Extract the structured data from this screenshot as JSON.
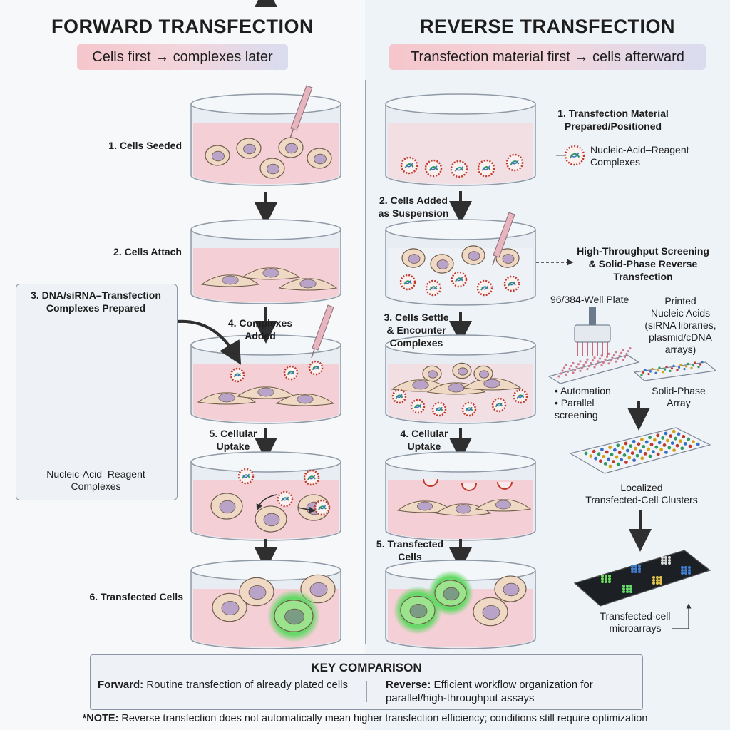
{
  "forward": {
    "title": "FORWARD TRANSFECTION",
    "subtitle": "Cells first → complexes later",
    "steps": {
      "s1": "1. Cells Seeded",
      "s2": "2. Cells Attach",
      "s3": "3. DNA/siRNA–Transfection\nComplexes Prepared",
      "s4": "4. Complexes\nAdded",
      "s5": "5. Cellular\nUptake",
      "s6": "6. Transfected Cells"
    },
    "complex_label": "Nucleic-Acid–Reagent\nComplexes"
  },
  "reverse": {
    "title": "REVERSE TRANSFECTION",
    "subtitle": "Transfection material first → cells afterward",
    "steps": {
      "s1": "1. Transfection Material\nPrepared/Positioned",
      "s2": "2. Cells Added\nas Suspension",
      "s3": "3. Cells Settle\n& Encounter\nComplexes",
      "s4": "4. Cellular\nUptake",
      "s5": "5. Transfected\nCells"
    },
    "complex_label": "Nucleic-Acid–Reagent\nComplexes",
    "hts": {
      "title": "High-Throughput Screening\n& Solid-Phase Reverse\nTransfection",
      "plate_label": "96/384-Well Plate",
      "printed_label": "Printed\nNucleic Acids\n(siRNA libraries,\nplasmid/cDNA\narrays)",
      "bullets": "• Automation\n• Parallel\n   screening",
      "array_label": "Solid-Phase\nArray",
      "clusters_label": "Localized\nTransfected-Cell Clusters",
      "microarray_label": "Transfected-cell\nmicroarrays"
    }
  },
  "key": {
    "title": "KEY COMPARISON",
    "forward_label": "Forward:",
    "forward_text": " Routine transfection of already plated cells",
    "reverse_label": "Reverse:",
    "reverse_text": " Efficient workflow organization for parallel/high-throughput assays"
  },
  "note": {
    "label": "*NOTE:",
    "text": " Reverse transfection does not automatically mean higher transfection efficiency; conditions still require optimization"
  },
  "colors": {
    "medium_pink": "#f6c9cf",
    "cell_tan": "#efd9c4",
    "nucleus_purple": "#b9a3c9",
    "complex_red": "#c0392b",
    "transfected_green": "#66d96a",
    "arrow_dark": "#2f2f2f"
  }
}
